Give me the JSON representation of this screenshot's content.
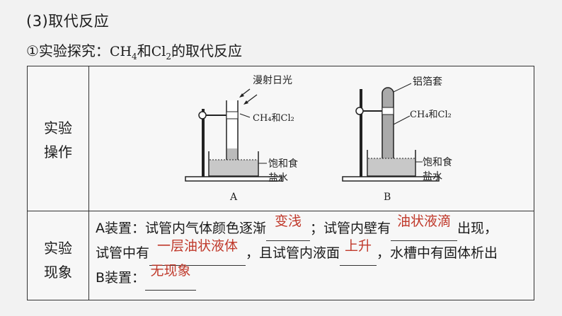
{
  "heading": "(3)取代反应",
  "subheading": {
    "prefix": "①实验探究：",
    "formula_a": "CH",
    "formula_a_sub": "4",
    "conj": "和",
    "formula_b": "Cl",
    "formula_b_sub": "2",
    "suffix": "的取代反应"
  },
  "rows": {
    "operation": [
      "实验",
      "操作"
    ],
    "phenomenon": [
      "实验",
      "现象"
    ]
  },
  "diagram": {
    "a": {
      "light_label": "漫射日光",
      "gas_label": "CH₄和Cl₂",
      "solution_label_1": "饱和食",
      "solution_label_2": "盐水",
      "caption": "A"
    },
    "b": {
      "cover_label": "铝箔套",
      "gas_label": "CH₄和Cl₂",
      "solution_label_1": "饱和食",
      "solution_label_2": "盐水",
      "caption": "B"
    }
  },
  "phenomenon": {
    "line1_a": "A装置：试管内气体颜色逐渐",
    "ans1": "变浅",
    "line1_b": "；试管内壁有",
    "ans2": "油状液滴",
    "line1_c": "出现，",
    "line2_a": "试管中有",
    "ans3": "一层油状液体",
    "line2_b": "，且试管内液面",
    "ans4": "上升",
    "line2_c": "，水槽中有固体析出",
    "line3_a": "B装置：",
    "ans5": "无现象"
  },
  "colors": {
    "answer": "#c0392b"
  }
}
